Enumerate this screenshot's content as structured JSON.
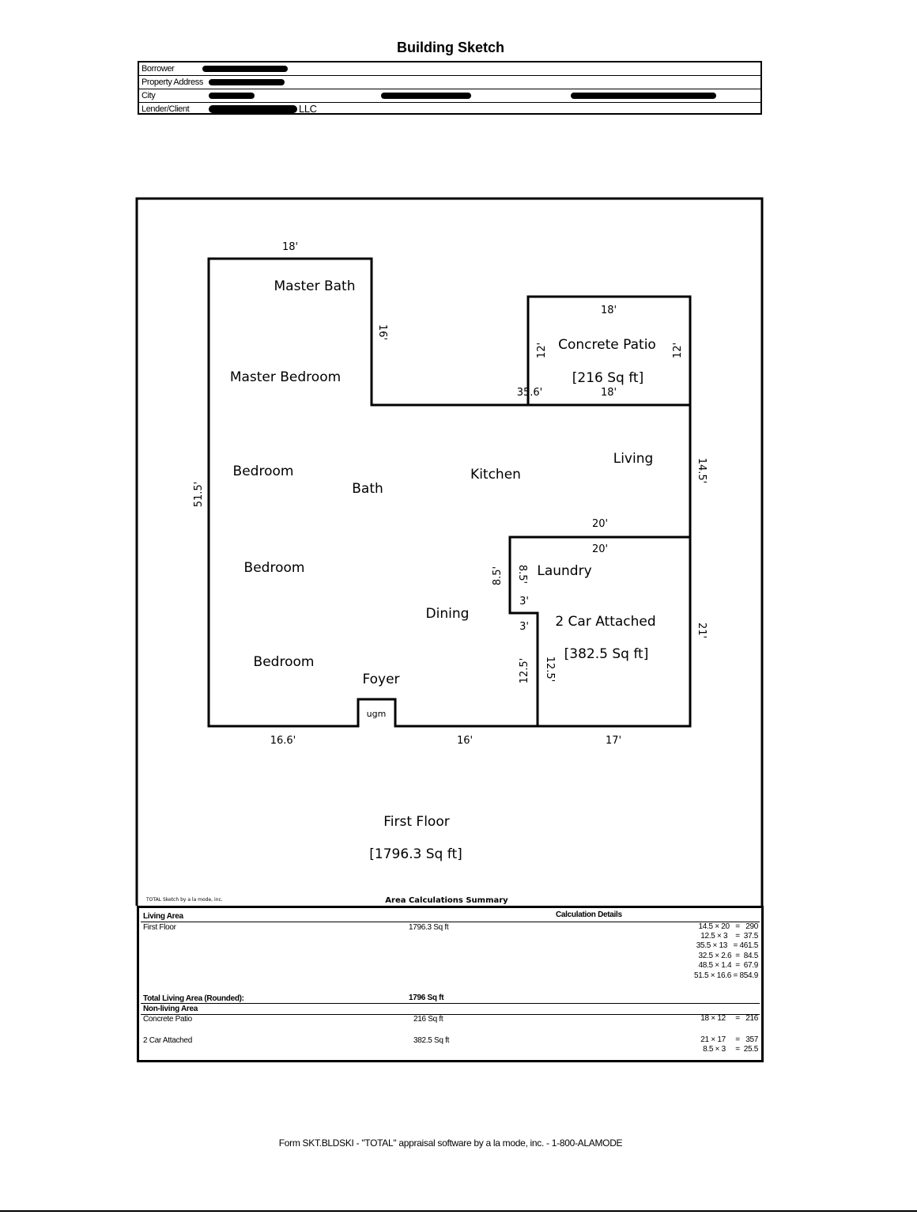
{
  "header": {
    "title": "Building Sketch",
    "fields": [
      {
        "label": "Borrower"
      },
      {
        "label": "Property Address"
      },
      {
        "label": "City"
      },
      {
        "label": "Lender/Client",
        "partial_value": "LLC"
      }
    ]
  },
  "sketch": {
    "rooms": {
      "master_bath": "Master Bath",
      "master_bedroom": "Master Bedroom",
      "bedroom1": "Bedroom",
      "bath": "Bath",
      "kitchen": "Kitchen",
      "living": "Living",
      "bedroom2": "Bedroom",
      "laundry": "Laundry",
      "dining": "Dining",
      "bedroom3": "Bedroom",
      "foyer": "Foyer",
      "patio": "Concrete Patio",
      "patio_area": "[216 Sq ft]",
      "garage": "2 Car Attached",
      "garage_area": "[382.5 Sq ft]",
      "stair_mark": "ugm"
    },
    "dimensions": {
      "top": "18'",
      "mb_right": "16'",
      "patio_top": "18'",
      "patio_left": "12'",
      "patio_right": "12'",
      "patio_bottom": "18'",
      "notch": "35.6'",
      "left": "51.5'",
      "living_right": "14.5'",
      "living_bottom": "20'",
      "garage_top": "20'",
      "laundry_out": "8.5'",
      "laundry_in": "8.5'",
      "step_top": "3'",
      "step_bottom": "3'",
      "garage_right": "21'",
      "dining_right": "12.5'",
      "garage_left": "12.5'",
      "bottom_left": "16.6'",
      "bottom_mid": "16'",
      "bottom_right": "17'"
    },
    "floor_label": "First Floor",
    "floor_area": "[1796.3 Sq ft]"
  },
  "summary": {
    "credit": "TOTAL Sketch by a la mode, inc.",
    "title": "Area Calculations Summary",
    "living_area_header": "Living Area",
    "calc_details_header": "Calculation Details",
    "first_floor": {
      "label": "First Floor",
      "area": "1796.3 Sq ft",
      "calcs": [
        "14.5 × 20   =   290",
        "12.5 × 3    =  37.5",
        "35.5 × 13   = 461.5",
        "32.5 × 2.6  =  84.5",
        "48.5 × 1.4  =  67.9",
        "51.5 × 16.6 = 854.9"
      ]
    },
    "total_label": "Total Living Area (Rounded):",
    "total_value": "1796 Sq ft",
    "non_living_header": "Non-living Area",
    "patio": {
      "label": "Concrete Patio",
      "area": "216 Sq ft",
      "calcs": [
        "18 × 12     =   216"
      ]
    },
    "garage": {
      "label": "2 Car Attached",
      "area": "382.5 Sq ft",
      "calcs": [
        "21 × 17     =   357",
        "8.5 × 3     =  25.5"
      ]
    }
  },
  "footer": "Form SKT.BLDSKI - \"TOTAL\" appraisal software by a la mode, inc. - 1-800-ALAMODE"
}
